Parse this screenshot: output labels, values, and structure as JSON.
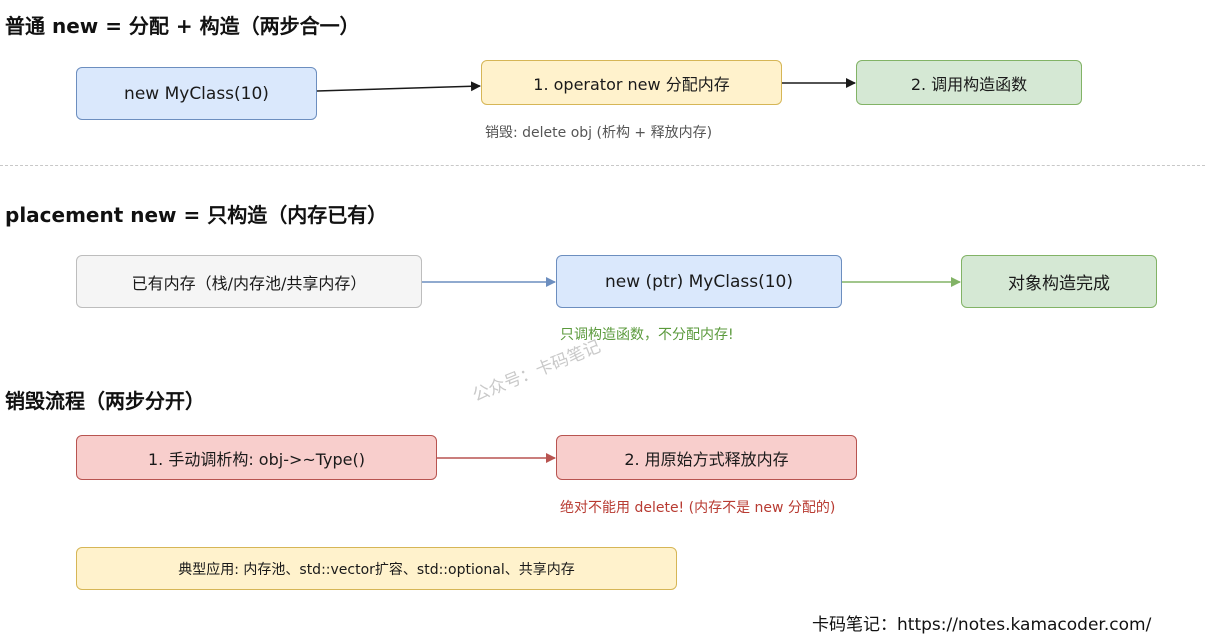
{
  "section1": {
    "heading": "普通 new = 分配 + 构造（两步合一）",
    "box_new": "new MyClass(10)",
    "box_alloc": "1. operator new 分配内存",
    "box_ctor": "2. 调用构造函数",
    "note": "销毁: delete obj (析构 + 释放内存)"
  },
  "section2": {
    "heading": "placement new = 只构造（内存已有）",
    "box_memory": "已有内存（栈/内存池/共享内存）",
    "box_placement": "new (ptr) MyClass(10)",
    "box_done": "对象构造完成",
    "note": "只调构造函数，不分配内存!"
  },
  "section3": {
    "heading": "销毁流程（两步分开）",
    "box_dtor": "1. 手动调析构: obj->~Type()",
    "box_release": "2. 用原始方式释放内存",
    "note": "绝对不能用 delete! (内存不是 new 分配的)"
  },
  "usage": "典型应用: 内存池、std::vector扩容、std::optional、共享内存",
  "watermark": "公众号：卡码笔记",
  "footer": "卡码笔记：https://notes.kamacoder.com/",
  "colors": {
    "blue_fill": "#dae8fc",
    "blue_stroke": "#6c8ebf",
    "yellow_fill": "#fff2cc",
    "yellow_stroke": "#d6b656",
    "green_fill": "#d5e8d4",
    "green_stroke": "#82b366",
    "gray_fill": "#f5f5f5",
    "gray_stroke": "#bdbdbd",
    "red_fill": "#f8cecc",
    "red_stroke": "#b85450",
    "note_gray": "#555555",
    "note_green": "#5b9a3c",
    "note_red": "#b83b32"
  }
}
